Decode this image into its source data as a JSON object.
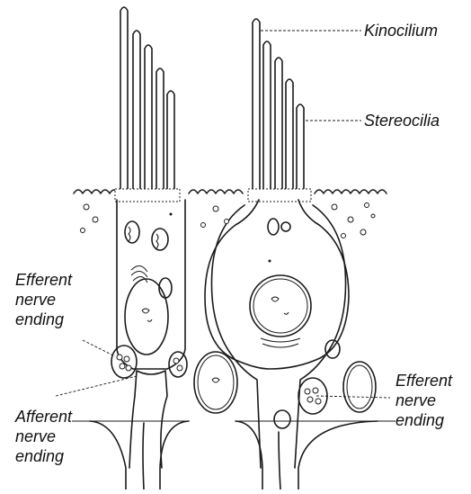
{
  "labels": {
    "kinocilium": "Kinocilium",
    "stereocilia": "Stereocilia",
    "efferent_left": [
      "Efferent",
      "nerve",
      "ending"
    ],
    "afferent": [
      "Afferent",
      "nerve",
      "ending"
    ],
    "efferent_right": [
      "Efferent",
      "nerve",
      "ending"
    ]
  },
  "colors": {
    "ink": "#1a1a1a",
    "background": "#ffffff"
  }
}
